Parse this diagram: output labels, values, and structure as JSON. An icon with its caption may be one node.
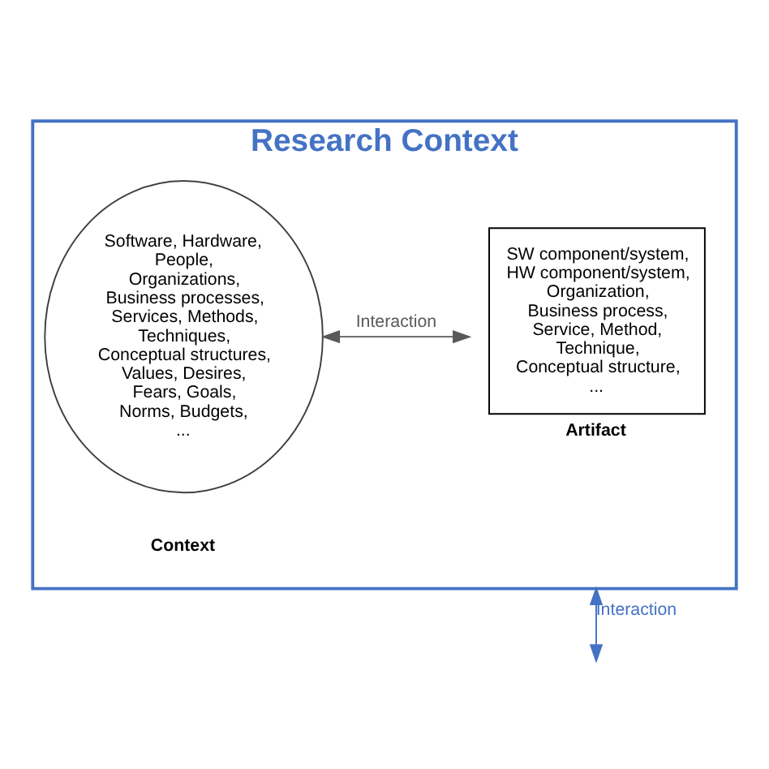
{
  "diagram": {
    "nodes": [
      {
        "text": [
          "Research Context"
        ]
      },
      {
        "text": [
          "SW component/system, HW component/system, Organization, Business process, Service, Method, Technique, Conceptual structure, ..."
        ],
        "in": 0,
        "beside": [
          "Artifact"
        ]
      },
      {
        "text": [
          "Software, Hardware, People, Organizations, Business processes, Services, Methods, Techniques, Conceptual structures, Values, Desires, Fears, Goals, Norms, Budgets, ..."
        ],
        "in": 0,
        "beside": [
          "Context"
        ]
      }
    ],
    "edges": [
      {
        "from": 1,
        "to": 2,
        "arrow": "both",
        "label": "Interaction",
        "color": "#595959"
      },
      {
        "from": 0,
        "to": null,
        "arrow": "both",
        "label": "Interaction",
        "color": "#4472c4"
      }
    ]
  }
}
